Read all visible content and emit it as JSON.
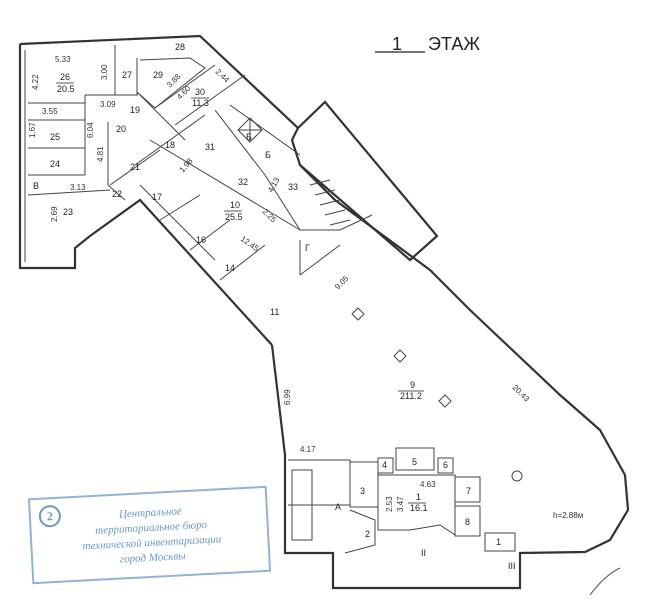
{
  "title": {
    "number": "1",
    "label": "ЭТАЖ"
  },
  "rooms": {
    "r26": "26",
    "r26a": "20.5",
    "r27": "27",
    "r28": "28",
    "r29": "29",
    "r30": "30",
    "r30a": "11.3",
    "r19": "19",
    "r20": "20",
    "r25": "25",
    "r24": "24",
    "r18": "18",
    "r21": "21",
    "r22": "22",
    "r23": "23",
    "rV": "В",
    "r17": "17",
    "r31": "31",
    "r32": "32",
    "r33": "33",
    "rB": "Б",
    "rB2": "Б",
    "r10": "10",
    "r10a": "25.5",
    "r16": "16",
    "r14": "14",
    "r11": "11",
    "rG": "Г",
    "r9": "9",
    "r9a": "211.2",
    "r3": "3",
    "rA": "А",
    "r2": "2",
    "r4": "4",
    "r5": "5",
    "r6": "6",
    "r1": "1",
    "r1a": "16.1",
    "r7": "7",
    "r8": "8",
    "r1b": "1",
    "rII": "II",
    "rIII": "III"
  },
  "dimensions": {
    "d533": "5.33",
    "d422": "4.22",
    "d300": "3.00",
    "d388": "3.88",
    "d460": "4.60",
    "d244": "2.44",
    "d355": "3.55",
    "d309": "3.09",
    "d167": "1.67",
    "d604": "6.04",
    "d481": "4.81",
    "d313": "3.13",
    "d269": "2.69",
    "d198": "1.98",
    "d413": "4.13",
    "d225": "2.25",
    "d1245": "12.45",
    "d905": "9.05",
    "d2043": "20.43",
    "d699": "6.99",
    "d417": "4.17",
    "d463": "4.63",
    "d253": "2.53",
    "d347": "3.47",
    "height": "h=2.88м"
  },
  "stamp": {
    "logo": "2",
    "lines": [
      "Центральное",
      "территориальное бюро",
      "технической инвентаризации",
      "город Москвы"
    ]
  }
}
